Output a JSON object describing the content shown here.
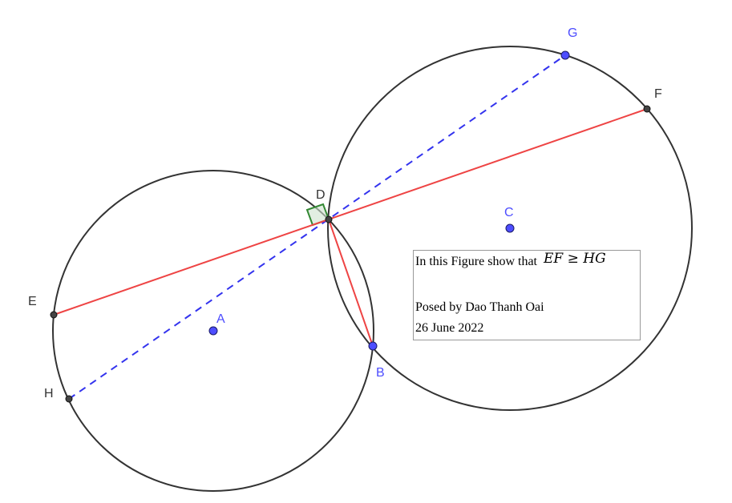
{
  "points": {
    "A": "A",
    "B": "B",
    "C": "C",
    "D": "D",
    "E": "E",
    "F": "F",
    "G": "G",
    "H": "H"
  },
  "info_box": {
    "line1_text": "In this Figure show that",
    "line1_math": "EF ≥ HG",
    "line2": "Posed by Dao Thanh Oai",
    "line3": "26 June 2022"
  },
  "colors": {
    "circle": "#333333",
    "segment_red": "#ee4444",
    "dashed_blue": "#3333ee",
    "point_blue": "#4d4dff",
    "right_angle": "#338833"
  }
}
